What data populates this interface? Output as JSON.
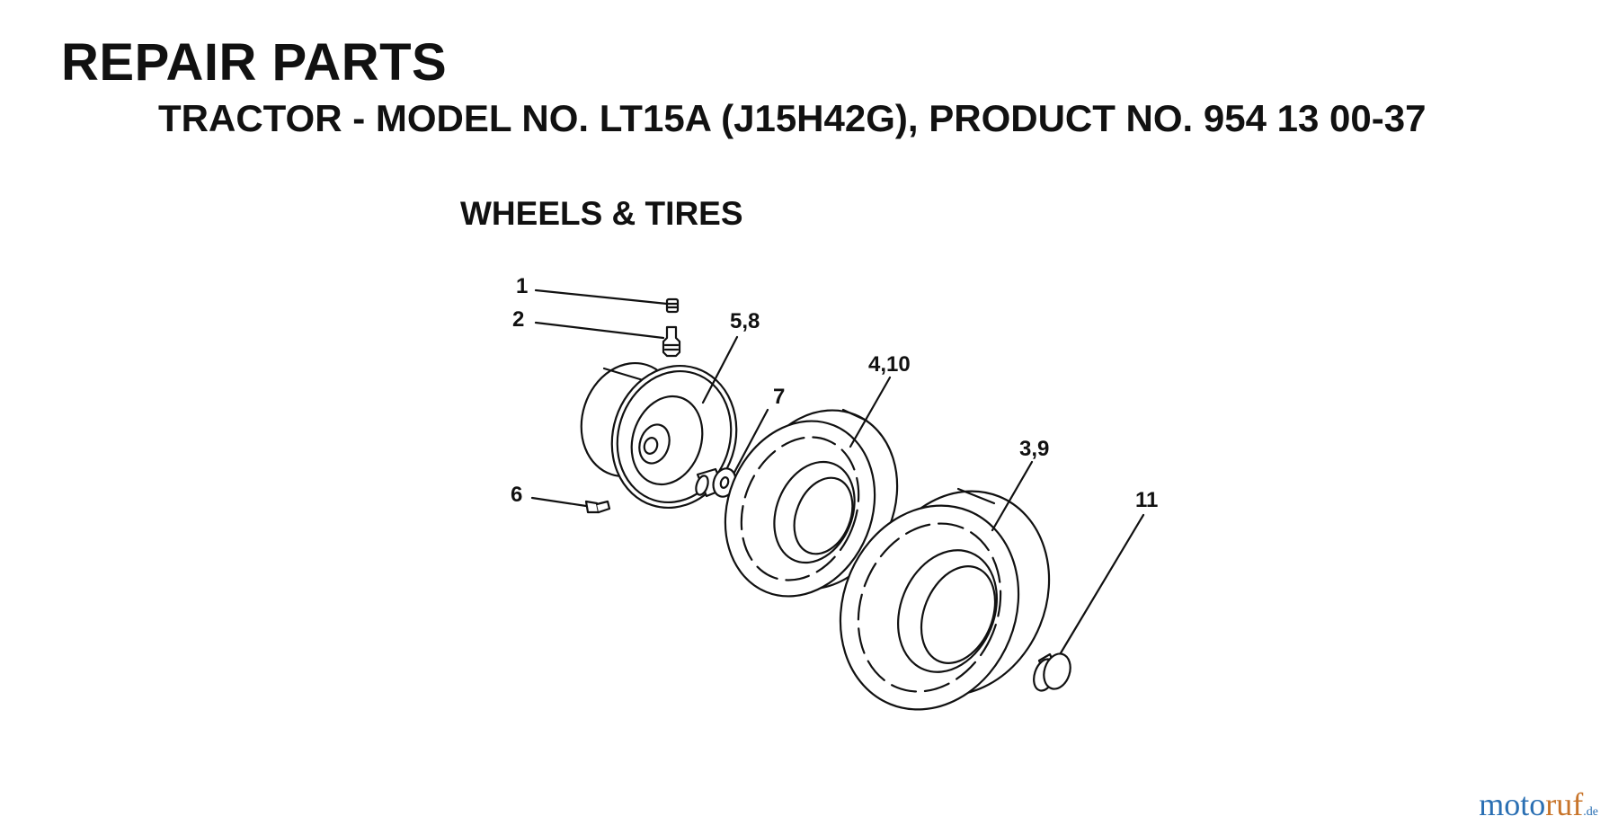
{
  "header": {
    "title": "REPAIR PARTS",
    "subtitle": "TRACTOR - MODEL NO. LT15A (J15H42G), PRODUCT NO. 954 13 00-37"
  },
  "section": {
    "title": "WHEELS & TIRES"
  },
  "callouts": {
    "c1": "1",
    "c2": "2",
    "c58": "5,8",
    "c7": "7",
    "c410": "4,10",
    "c39": "3,9",
    "c6": "6",
    "c11": "11"
  },
  "watermark": {
    "part1": "moto",
    "part2": "ruf",
    "suffix": ".de"
  }
}
